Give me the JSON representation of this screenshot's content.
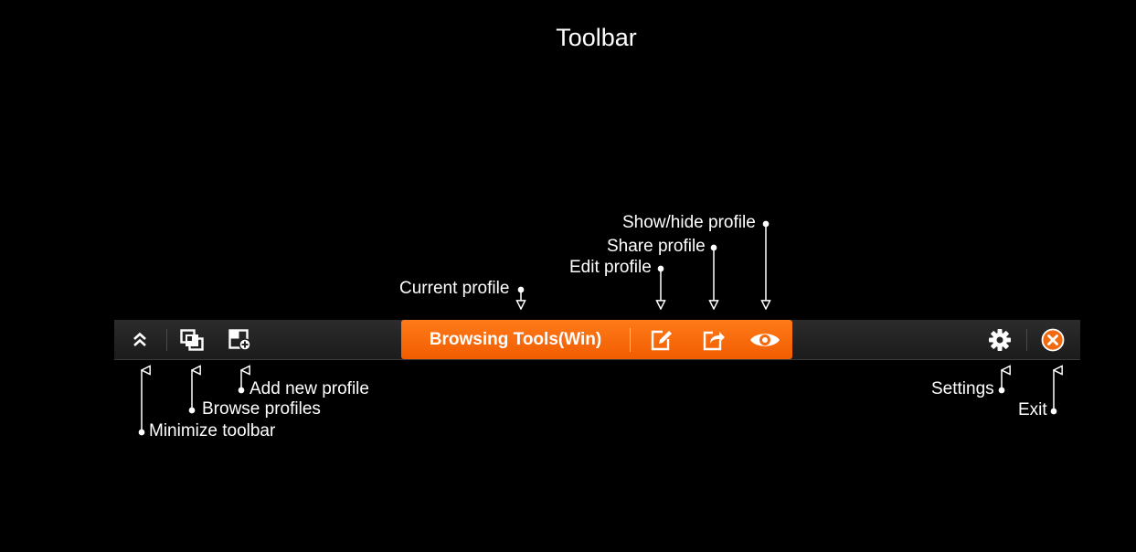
{
  "title": "Toolbar",
  "toolbar": {
    "current_profile": "Browsing Tools(Win)",
    "buttons": [
      {
        "id": "minimize",
        "icon": "double-chevron-up-icon"
      },
      {
        "id": "browse",
        "icon": "stacked-windows-icon"
      },
      {
        "id": "add",
        "icon": "window-plus-icon"
      },
      {
        "id": "edit",
        "icon": "pencil-square-icon"
      },
      {
        "id": "share",
        "icon": "share-arrow-icon"
      },
      {
        "id": "show-hide",
        "icon": "eye-icon"
      },
      {
        "id": "settings",
        "icon": "gear-icon"
      },
      {
        "id": "exit",
        "icon": "close-circle-icon"
      }
    ]
  },
  "annotations": {
    "minimize": "Minimize toolbar",
    "browse": "Browse profiles",
    "add": "Add new profile",
    "current": "Current profile",
    "edit": "Edit profile",
    "share": "Share profile",
    "show_hide": "Show/hide profile",
    "settings": "Settings",
    "exit": "Exit"
  },
  "colors": {
    "accent": "#f26a0f",
    "bar": "#222222",
    "exit": "#f26a0f"
  }
}
